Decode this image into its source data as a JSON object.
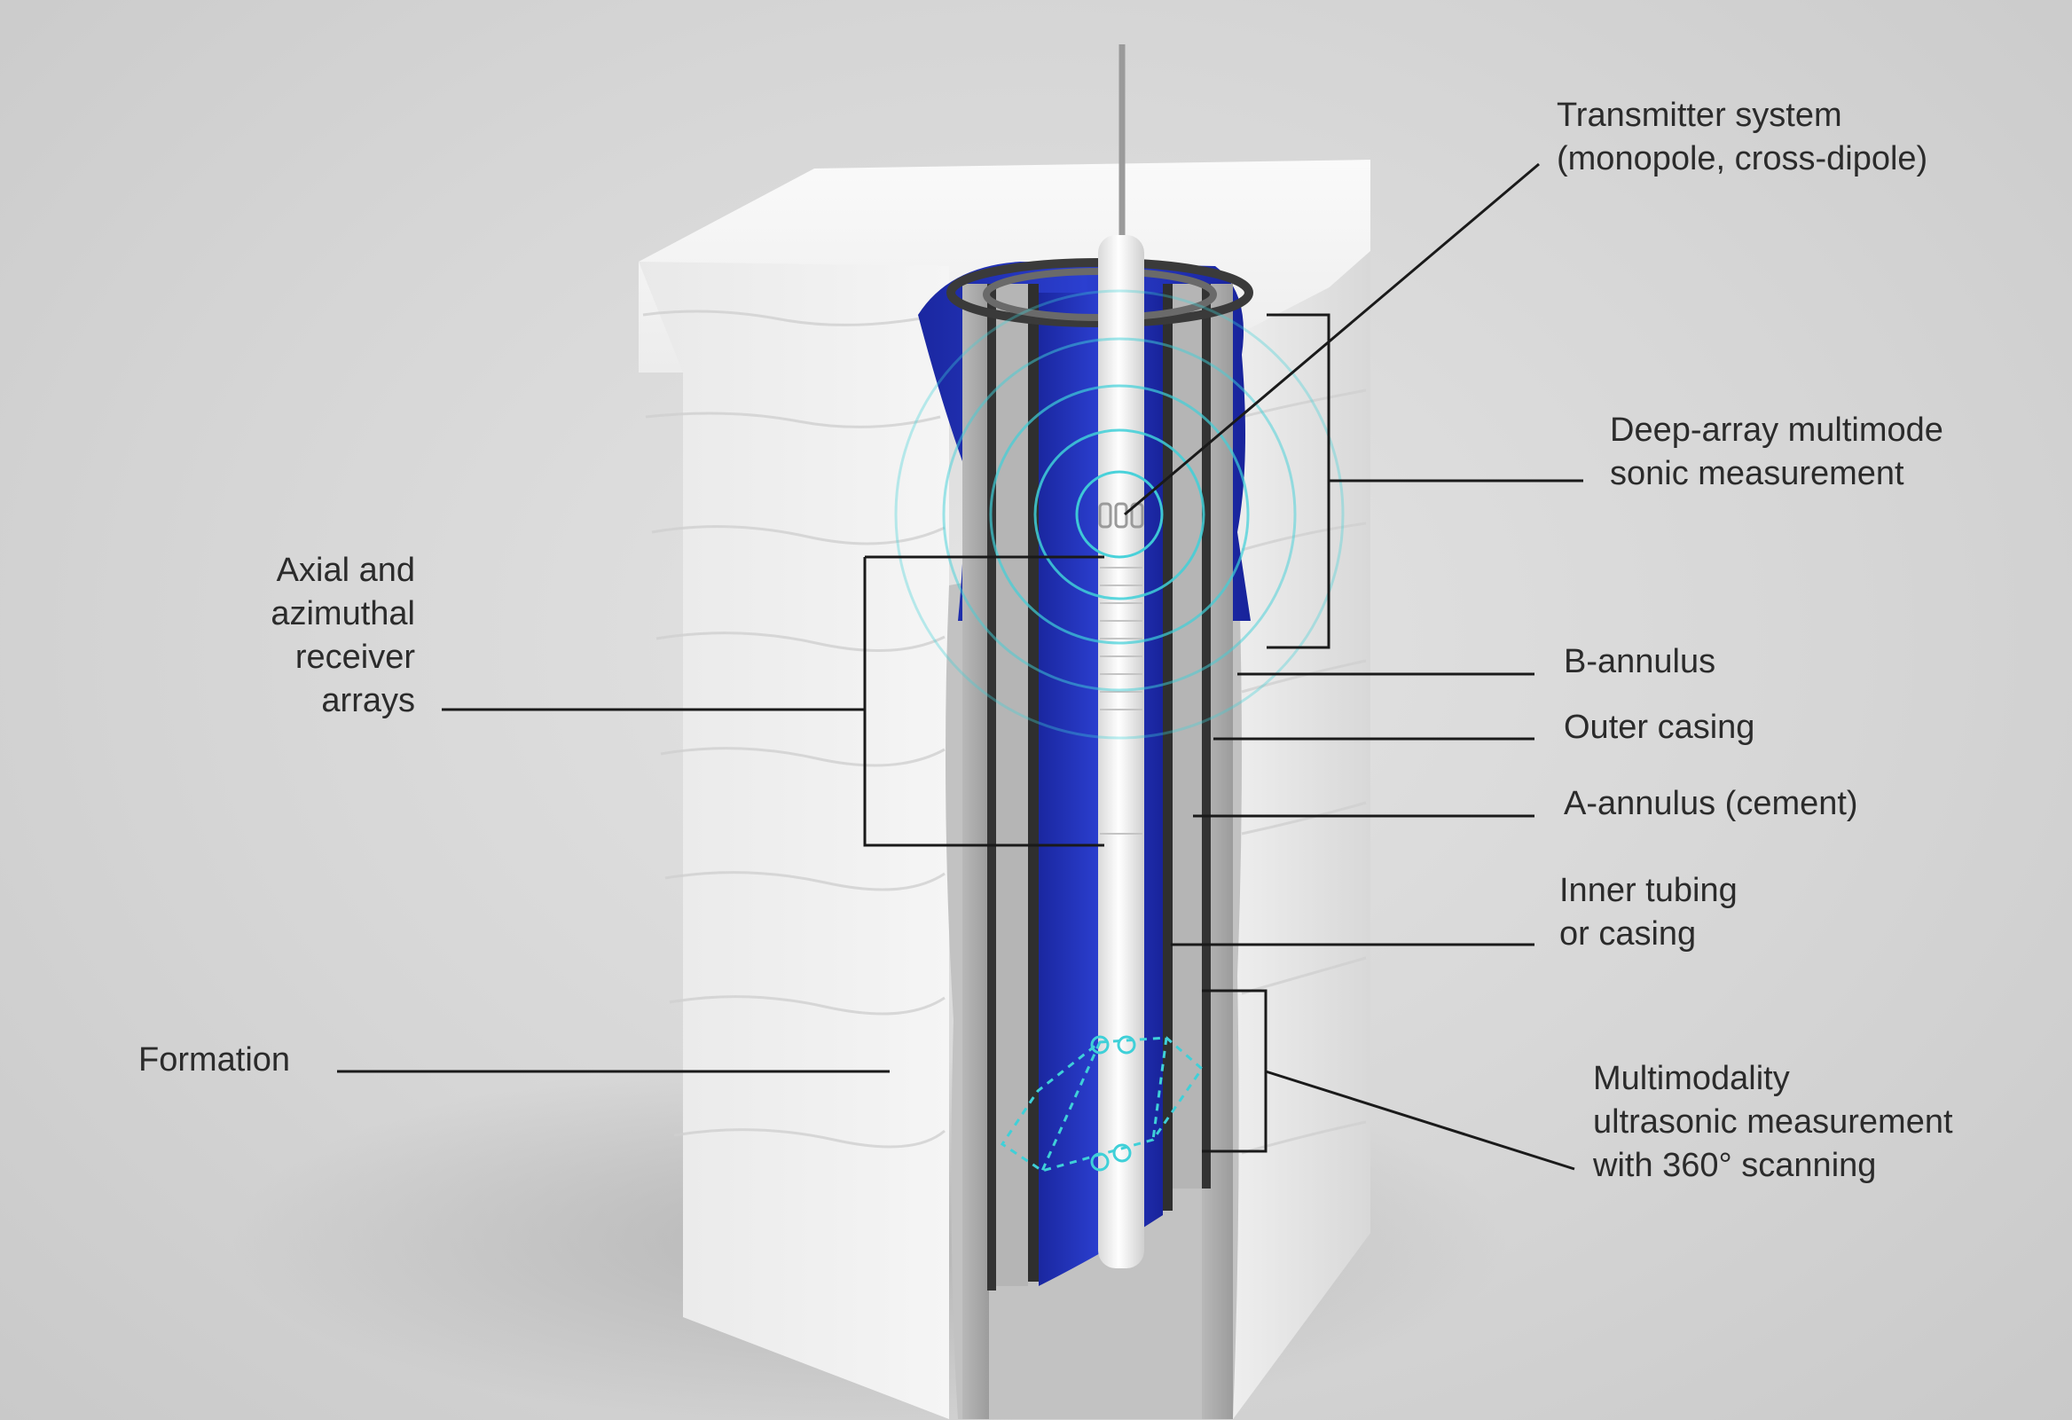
{
  "labels": {
    "transmitter": [
      "Transmitter system",
      "(monopole, cross-dipole)"
    ],
    "deep_array": [
      "Deep-array multimode",
      "sonic measurement"
    ],
    "b_annulus": "B-annulus",
    "outer_casing": "Outer casing",
    "a_annulus": "A-annulus (cement)",
    "inner_tubing": [
      "Inner tubing",
      "or casing"
    ],
    "ultrasonic": [
      "Multimodality",
      "ultrasonic measurement",
      "with 360° scanning"
    ],
    "receivers": [
      "Axial and",
      "azimuthal",
      "receiver",
      "arrays"
    ],
    "formation": "Formation"
  },
  "colors": {
    "background": "#d9d9d9",
    "formation": "#f1f1f1",
    "fluid": "#1f2fb8",
    "casing": "#3a3a3a",
    "cement": "#a9a9a9",
    "tool": "#f7f7f7",
    "wave": "#3fd0d8",
    "leader": "#1a1a1a"
  }
}
